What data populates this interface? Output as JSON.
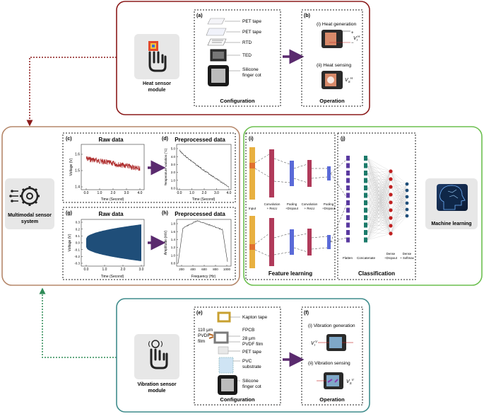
{
  "heat_module": {
    "title_line1": "Heat sensor",
    "title_line2": "module",
    "config_label": "(a)",
    "config_title": "Configuration",
    "config_parts": [
      "PET tape",
      "PET tape",
      "RTD",
      "TED",
      "Silicone",
      "finger cot"
    ],
    "op_label": "(b)",
    "op_title": "Operation",
    "op_gen": "(i) Heat generation",
    "op_sense": "(ii) Heat sensing",
    "gen_symbol": "V",
    "gen_sub": "I",
    "gen_sup": "H",
    "sense_symbol": "V",
    "sense_sub": "S",
    "sense_sup": "H",
    "plus": "+",
    "minus": "−"
  },
  "multimodal": {
    "title_line1": "Multimodal sensor",
    "title_line2": "system",
    "c_label": "(c)",
    "c_title": "Raw data",
    "c_ylabel": "Voltage (V)",
    "c_xlabel": "Time (Second)",
    "c_yticks": [
      "1.6",
      "1.5",
      "1.4"
    ],
    "c_xticks": [
      "0.0",
      "1.0",
      "2.0",
      "3.0",
      "4.0"
    ],
    "d_label": "(d)",
    "d_title": "Preprocessed data",
    "d_ylabel": "Temperature variation (°C)",
    "d_xlabel": "Time (Second)",
    "d_yticks": [
      "5.0",
      "4.0",
      "3.0",
      "2.0",
      "1.0",
      "0.0"
    ],
    "d_xticks": [
      "0.0",
      "1.0",
      "2.0",
      "3.0",
      "4.0"
    ],
    "g_label": "(g)",
    "g_title": "Raw data",
    "g_ylabel": "Voltage (V)",
    "g_xlabel": "Time (Second)",
    "g_yticks": [
      "0.3",
      "0.2",
      "0.1",
      "0.0",
      "-0.1",
      "-0.2",
      "-0.3"
    ],
    "g_xticks": [
      "0.0",
      "1.0",
      "2.0",
      "3.0"
    ],
    "h_label": "(h)",
    "h_title": "Preprocessed data",
    "h_ylabel": "Amplitude (mV)",
    "h_xlabel": "Frequency (Hz)",
    "h_yticks": [
      "1.8",
      "1.6",
      "1.4",
      "1.2",
      "1.0",
      "0.8"
    ],
    "h_xticks": [
      "200",
      "400",
      "600",
      "800",
      "1000"
    ]
  },
  "ml": {
    "title": "Machine learning",
    "i_label": "(i)",
    "j_label": "(j)",
    "feature_title": "Feature learning",
    "class_title": "Classification",
    "layer_input": "Input",
    "layer_conv1_a": "Convolution",
    "layer_conv1_b": "+ ReLU",
    "layer_pool1_a": "Pooling",
    "layer_pool1_b": "+Dropout",
    "layer_conv2_a": "Convolution",
    "layer_conv2_b": "+ ReLU",
    "layer_pool2_a": "Pooling",
    "layer_pool2_b": "+Dropout",
    "flatten": "Flatten",
    "concat": "Concatenate",
    "dense1_a": "Dense",
    "dense1_b": "+Dropout",
    "dense2_a": "Dense",
    "dense2_b": "+ Softmax"
  },
  "vib_module": {
    "title_line1": "Vibration sensor",
    "title_line2": "module",
    "config_label": "(e)",
    "config_title": "Configuration",
    "pvdf_110_a": "110 μm",
    "pvdf_110_b": "PVDF",
    "pvdf_110_c": "film",
    "parts": [
      "Kapton tape",
      "FPCB",
      "28 μm",
      "PVDF film",
      "PET tape",
      "PVC",
      "substrate",
      "Silicone",
      "finger cot"
    ],
    "op_label": "(f)",
    "op_title": "Operation",
    "op_gen": "(i) Vibration generation",
    "op_sense": "(ii) Vibration sensing",
    "gen_symbol": "V",
    "gen_sub": "I",
    "gen_sup": "V",
    "sense_symbol": "V",
    "sense_sub": "S",
    "sense_sup": "V"
  },
  "colors": {
    "heat_border": "#8b1a1a",
    "multimodal_border": "#b5876a",
    "ml_border": "#6cbf4f",
    "vib_border": "#3f8c8c",
    "arrow": "#5a2a6e",
    "heat_link": "#8b1a1a",
    "vib_link": "#2e8b57",
    "raw_c_trace": "#b03030",
    "raw_g_fill": "#1f4e79",
    "input_layer": "#e8b040",
    "conv_layer": "#b03a5a",
    "pool_layer": "#5a6ad8",
    "flatten_layer": "#5a3aa0",
    "concat_layer": "#1a7a6a",
    "dense1_nodes": "#c02020",
    "dense2_nodes": "#1f4e79"
  },
  "icons": {
    "heat": "hand-heat-icon",
    "vibration": "hand-vibration-icon",
    "system": "gear-circuit-icon",
    "brain": "head-brain-icon"
  }
}
